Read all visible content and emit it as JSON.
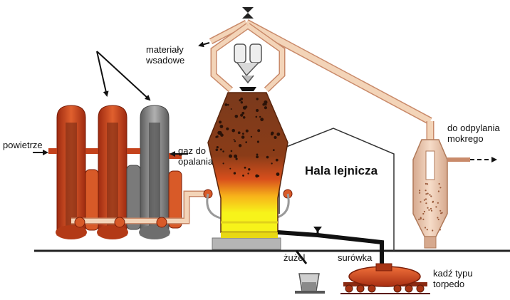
{
  "labels": {
    "materials": "materiały\nwsadowe",
    "air": "powietrze",
    "heating_gas": "gaz do\nopalania",
    "cast_house": "Hala lejnicza",
    "wet_dedusting": "do odpylania\nmokrego",
    "slag": "żużel",
    "pig_iron": "surówka",
    "torpedo_ladle": "kadź typu\ntorpedo"
  },
  "colors": {
    "stove_red": "#c4421c",
    "stove_grey": "#8a8a8a",
    "pipe_peach": "#f3d4b8",
    "pipe_outline": "#c98a6a",
    "molten_yellow": "#f7f31a",
    "furnace_dark": "#6b2f16",
    "slag_grey": "#b5b5b5"
  }
}
